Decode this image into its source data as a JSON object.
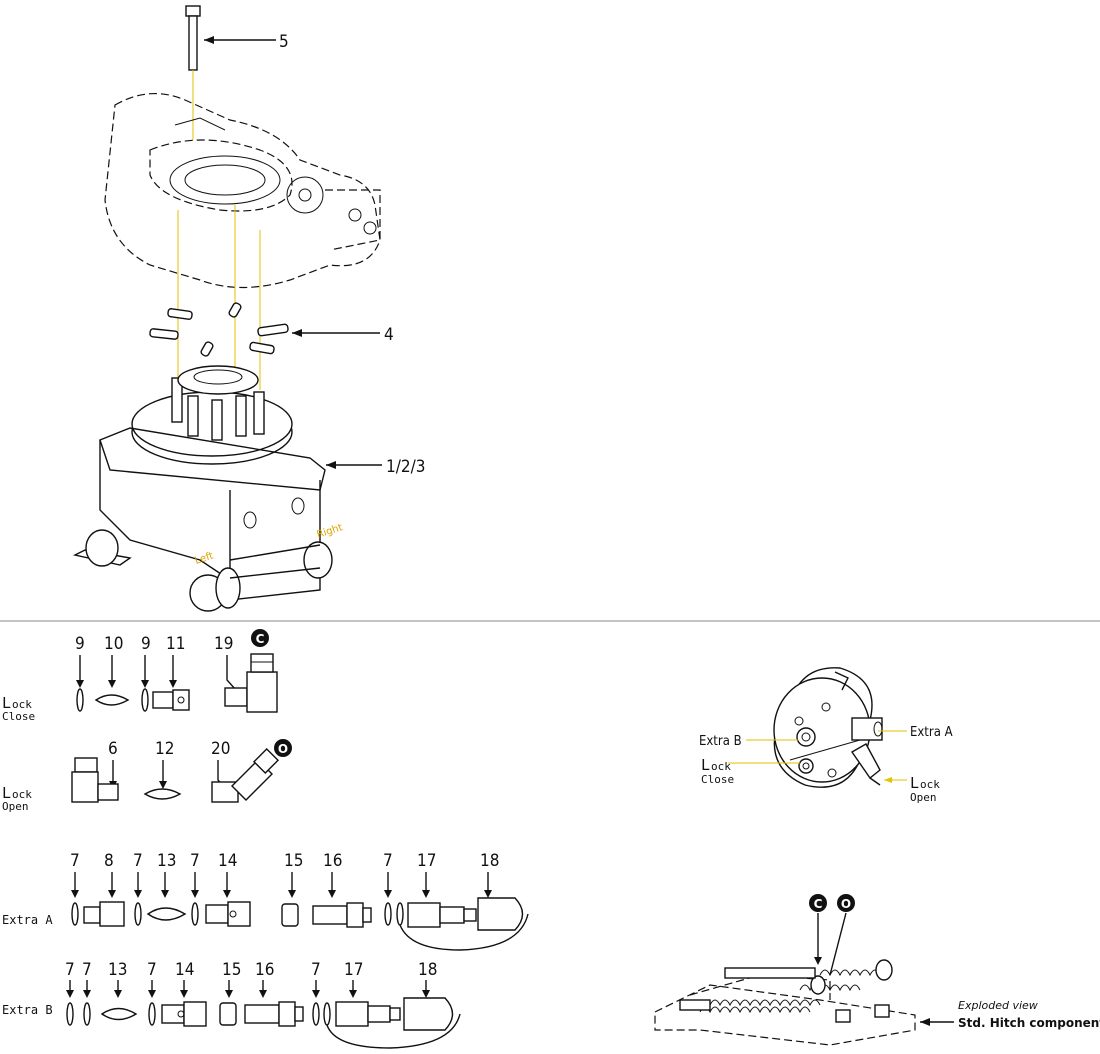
{
  "top_callouts": {
    "bolt": "5",
    "keys": "4",
    "base": "1/2/3"
  },
  "base_sides": {
    "left": "Left",
    "right": "Right"
  },
  "rows": {
    "lock_close": {
      "label_big": "L",
      "label_small": "ock",
      "label_line2": "Close",
      "parts": [
        "9",
        "10",
        "9",
        "11",
        "19"
      ],
      "badge": "C"
    },
    "lock_open": {
      "label_big": "L",
      "label_small": "ock",
      "label_line2": "Open",
      "parts": [
        "6",
        "12",
        "20"
      ],
      "badge": "O"
    },
    "extra_a": {
      "label": "Extra A",
      "parts": [
        "7",
        "8",
        "7",
        "13",
        "7",
        "14",
        "15",
        "16",
        "7",
        "17",
        "18"
      ]
    },
    "extra_b": {
      "label": "Extra B",
      "parts": [
        "7",
        "7",
        "13",
        "7",
        "14",
        "15",
        "16",
        "7",
        "17",
        "18"
      ]
    }
  },
  "valve_callouts": {
    "extra_b": "Extra B",
    "extra_a": "Extra A",
    "lock_close_big": "L",
    "lock_close_small": "ock",
    "lock_close_line2": "Close",
    "lock_open_big": "L",
    "lock_open_small": "ock",
    "lock_open_line2": "Open"
  },
  "hitch": {
    "badge_c": "C",
    "badge_o": "O",
    "note": "Exploded view",
    "label": "Std. Hitch components"
  }
}
